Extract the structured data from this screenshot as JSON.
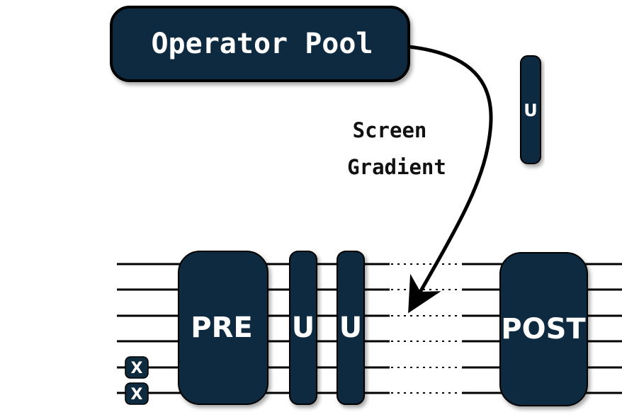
{
  "operator_pool": {
    "label": "Operator Pool"
  },
  "screen_caption": {
    "line1": "Screen",
    "line2": "Gradient"
  },
  "candidate_gate": {
    "label": "U"
  },
  "circuit": {
    "pre_block": {
      "label": "PRE"
    },
    "gates": [
      {
        "label": "U"
      },
      {
        "label": "U"
      }
    ],
    "post_block": {
      "label": "POST"
    },
    "x_gates": [
      {
        "label": "X"
      },
      {
        "label": "X"
      }
    ]
  },
  "colors": {
    "block_fill": "#0e2b40",
    "block_stroke": "#000000",
    "wire": "#000000",
    "text_light": "#ffffff",
    "text_dark": "#111111"
  }
}
